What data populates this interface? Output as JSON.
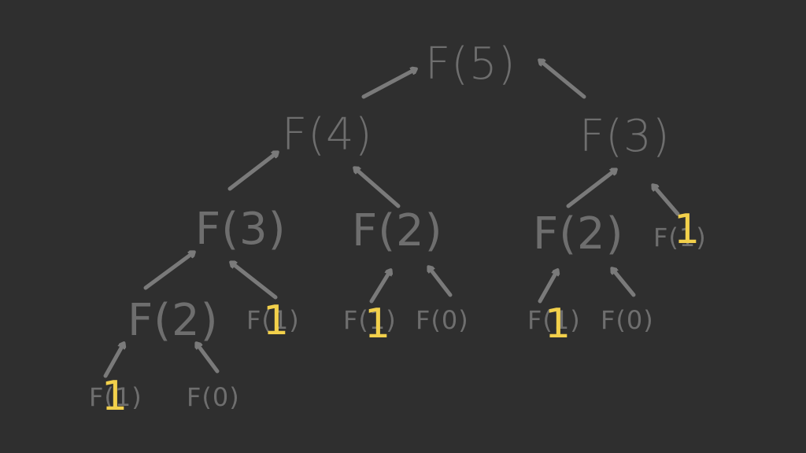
{
  "colors": {
    "background": "#2f2f2f",
    "node_text": "#6e6e6e",
    "arrow": "#7a7a7a",
    "base_case_value": "#f2d04b"
  },
  "nodes": {
    "f5": "F(5)",
    "f4": "F(4)",
    "f3_right": "F(3)",
    "f3_left": "F(3)",
    "f2_a": "F(2)",
    "f2_b": "F(2)",
    "f2_c": "F(2)",
    "f1_right": "F(1)",
    "f1_a": "F(1)",
    "f1_b": "F(1)",
    "f0_b": "F(0)",
    "f1_c": "F(1)",
    "f0_c": "F(0)",
    "f1_d": "F(1)",
    "f0_d": "F(0)"
  },
  "base_case_value": "1"
}
